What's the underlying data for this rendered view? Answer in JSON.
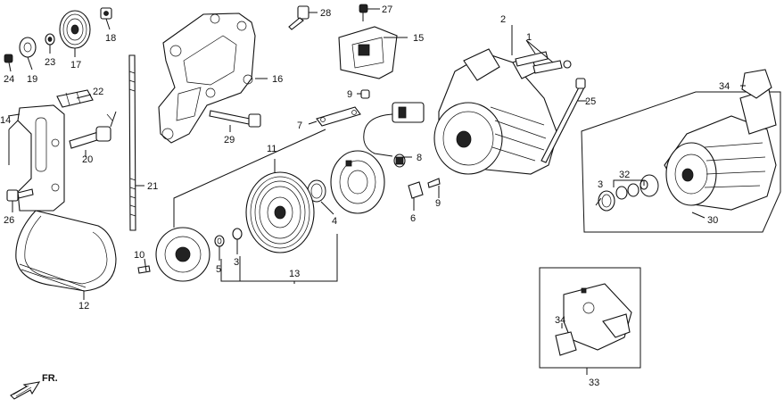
{
  "labels": {
    "l1": "1",
    "l2": "2",
    "l3a": "3",
    "l3b": "3",
    "l4": "4",
    "l5": "5",
    "l6": "6",
    "l7": "7",
    "l8": "8",
    "l9a": "9",
    "l9b": "9",
    "l10": "10",
    "l11": "11",
    "l12": "12",
    "l13": "13",
    "l14": "14",
    "l15": "15",
    "l16": "16",
    "l17": "17",
    "l18": "18",
    "l19": "19",
    "l20": "20",
    "l21": "21",
    "l22": "22",
    "l23": "23",
    "l24": "24",
    "l25": "25",
    "l26": "26",
    "l27": "27",
    "l28": "28",
    "l29": "29",
    "l30": "30",
    "l32": "32",
    "l33": "33",
    "l34a": "34",
    "l34b": "34"
  },
  "direction_marker": {
    "text": "FR."
  }
}
